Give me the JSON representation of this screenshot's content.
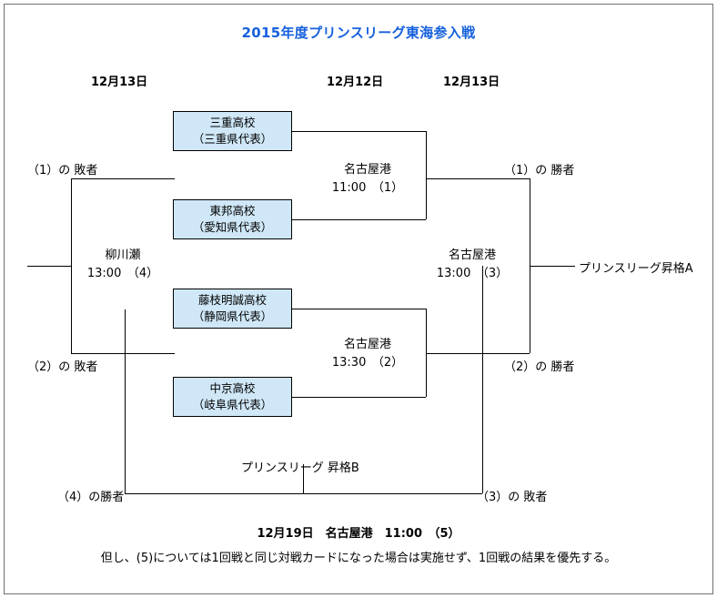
{
  "title": "2015年度プリンスリーグ東海参入戦",
  "colors": {
    "title": "#1560dd",
    "box_fill": "#cfe7f7",
    "box_border": "#000000",
    "frame": "#6f6f6f",
    "line": "#000000"
  },
  "date_headers": [
    {
      "label": "12月13日"
    },
    {
      "label": "12月12日"
    },
    {
      "label": "12月13日"
    }
  ],
  "teams": [
    {
      "name": "三重高校",
      "region": "（三重県代表）"
    },
    {
      "name": "東邦高校",
      "region": "（愛知県代表）"
    },
    {
      "name": "藤枝明誠高校",
      "region": "（静岡県代表）"
    },
    {
      "name": "中京高校",
      "region": "（岐阜県代表）"
    }
  ],
  "matches": [
    {
      "venue": "名古屋港",
      "time": "11:00　（1）"
    },
    {
      "venue": "名古屋港",
      "time": "13:30　（2）"
    },
    {
      "venue": "名古屋港",
      "time": "13:00　（3）"
    },
    {
      "venue": "柳川瀬",
      "time": "13:00　（4）"
    }
  ],
  "connectors": {
    "loser_1": "（1）の 敗者",
    "loser_2": "（2）の 敗者",
    "winner_1": "（1）の 勝者",
    "winner_2": "（2）の 勝者",
    "winner_4": "（4）の勝者",
    "loser_3": "（3）の 敗者"
  },
  "promotions": {
    "a": "プリンスリーグ昇格A",
    "b": "プリンスリーグ 昇格B"
  },
  "footer": {
    "playoff": "12月19日　名古屋港　11:00　（5）",
    "note": "但し、(5)については1回戦と同じ対戦カードになった場合は実施せず、1回戦の結果を優先する。"
  }
}
